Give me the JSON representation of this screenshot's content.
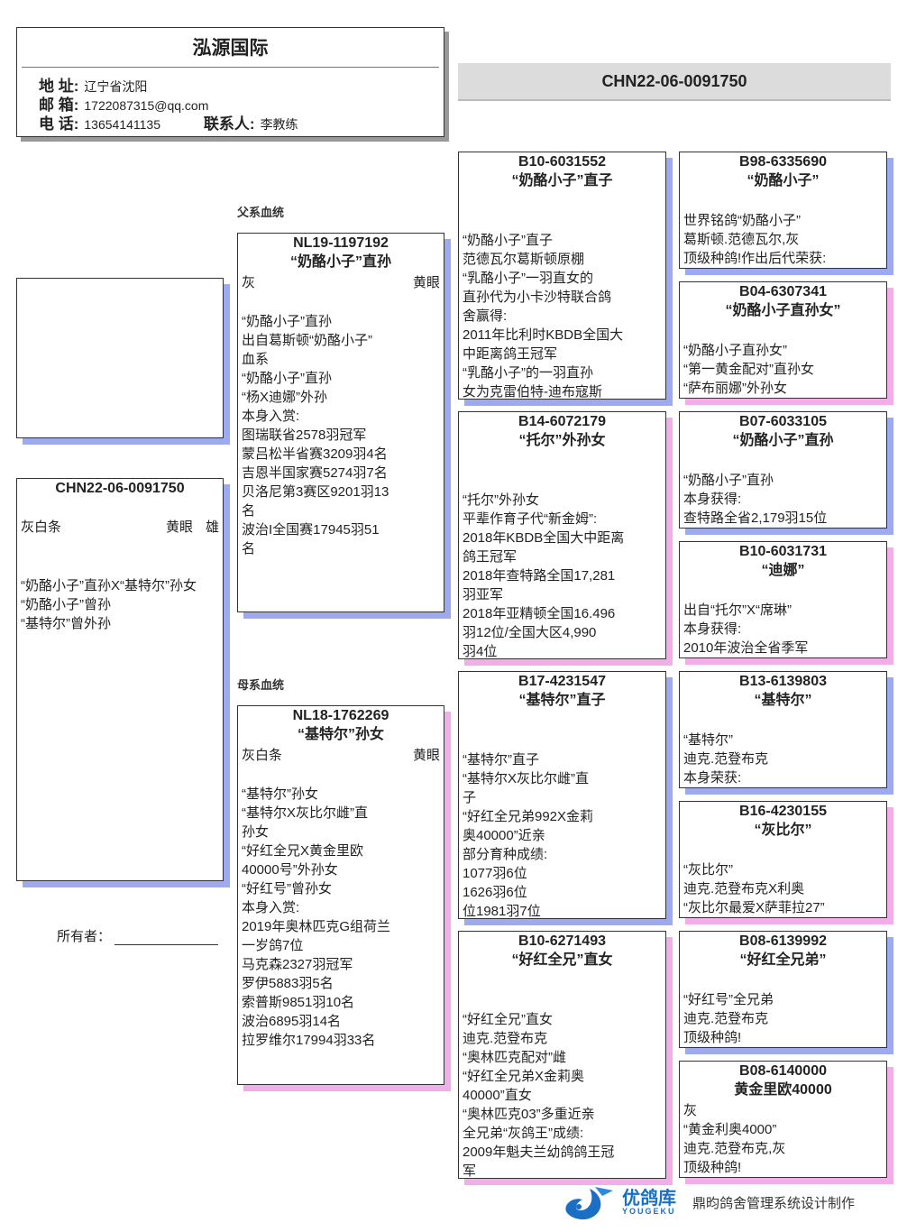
{
  "header": {
    "title": "泓源国际",
    "address_label": "地 址:",
    "address": "辽宁省沈阳",
    "email_label": "邮 箱:",
    "email": "1722087315@qq.com",
    "phone_label": "电 话:",
    "phone": "13654141135",
    "contact_label": "联系人:",
    "contact": "李教练"
  },
  "top_ring": "CHN22-06-0091750",
  "labels": {
    "sire_line": "父系血统",
    "dam_line": "母系血统",
    "owner": "所有者："
  },
  "colors": {
    "male_shadow": "#9eaaf0",
    "female_shadow": "#f2aee8"
  },
  "subject": {
    "ring": "CHN22-06-0091750",
    "color": "灰白条",
    "eye": "黄眼",
    "sex": "雄",
    "lines": [
      "“奶酪小子”直孙X“基特尔”孙女",
      "“奶酪小子”曾孙",
      "“基特尔”曾外孙"
    ]
  },
  "sire": {
    "ring": "NL19-1197192",
    "name": "“奶酪小子”直孙",
    "color": "灰",
    "eye": "黄眼",
    "lines": [
      "“奶酪小子”直孙",
      "出自葛斯顿“奶酪小子”",
      "血系",
      "“奶酪小子”直孙",
      "“杨X迪娜”外孙",
      "本身入赏:",
      "图瑞联省2578羽冠军",
      "蒙吕松半省赛3209羽4名",
      "吉恩半国家赛5274羽7名",
      "贝洛尼第3赛区9201羽13",
      "名",
      "波治I全国赛17945羽51",
      "名"
    ]
  },
  "dam": {
    "ring": "NL18-1762269",
    "name": "“基特尔”孙女",
    "color": "灰白条",
    "eye": "黄眼",
    "lines": [
      "“基特尔”孙女",
      "“基特尔X灰比尔雌”直",
      "孙女",
      "“好红全兄X黄金里欧",
      "40000号”外孙女",
      "“好红号”曾孙女",
      "本身入赏:",
      "2019年奥林匹克G组荷兰",
      "一岁鸽7位",
      "马克森2327羽冠军",
      "罗伊5883羽5名",
      "索普斯9851羽10名",
      "波治6895羽14名",
      "拉罗维尔17994羽33名"
    ]
  },
  "gen3": [
    {
      "ring": "B10-6031552",
      "name": "“奶酪小子”直子",
      "lines": [
        "“奶酪小子”直子",
        "范德瓦尔葛斯顿原棚",
        "“乳酪小子”一羽直女的",
        "直孙代为小卡沙特联合鸽",
        "舍赢得:",
        "2011年比利时KBDB全国大",
        "中距离鸽王冠军",
        "“乳酪小子”的一羽直孙",
        "女为克雷伯特-迪布寇斯"
      ]
    },
    {
      "ring": "B14-6072179",
      "name": "“托尔”外孙女",
      "lines": [
        "“托尔”外孙女",
        "平辈作育子代“新金姆”:",
        "2018年KBDB全国大中距离",
        "鸽王冠军",
        "2018年查特路全国17,281",
        "羽亚军",
        "2018年亚精顿全国16.496",
        "羽12位/全国大区4,990",
        "羽4位"
      ]
    },
    {
      "ring": "B17-4231547",
      "name": "“基特尔”直子",
      "lines": [
        "“基特尔”直子",
        "“基特尔X灰比尔雌”直",
        "子",
        "“好红全兄弟992X金莉",
        "奥40000”近亲",
        "部分育种成绩:",
        "1077羽6位",
        "1626羽6位",
        "位1981羽7位"
      ]
    },
    {
      "ring": "B10-6271493",
      "name": "“好红全兄”直女",
      "lines": [
        "“好红全兄”直女",
        "迪克.范登布克",
        "“奥林匹克配对”雌",
        "“好红全兄弟X金莉奥",
        "40000”直女",
        "“奥林匹克03”多重近亲",
        "全兄弟“灰鸽王”成绩:",
        "2009年魁夫兰幼鸽鸽王冠",
        "军"
      ]
    }
  ],
  "gen4": [
    {
      "ring": "B98-6335690",
      "name": "“奶酪小子”",
      "lines": [
        "世界铭鸽“奶酪小子”",
        "葛斯顿.范德瓦尔,灰",
        "顶级种鸽!作出后代荣获:"
      ]
    },
    {
      "ring": "B04-6307341",
      "name": "“奶酪小子直孙女”",
      "lines": [
        "“奶酪小子直孙女”",
        "“第一黄金配对”直孙女",
        "“萨布丽娜”外孙女"
      ]
    },
    {
      "ring": "B07-6033105",
      "name": "“奶酪小子”直孙",
      "lines": [
        "“奶酪小子”直孙",
        "本身获得:",
        "查特路全省2,179羽15位"
      ]
    },
    {
      "ring": "B10-6031731",
      "name": "“迪娜”",
      "lines": [
        "出自“托尔”X“席琳”",
        "本身获得:",
        "2010年波治全省季军"
      ]
    },
    {
      "ring": "B13-6139803",
      "name": "“基特尔”",
      "lines": [
        "“基特尔”",
        "迪克.范登布克",
        "本身荣获:"
      ]
    },
    {
      "ring": "B16-4230155",
      "name": "“灰比尔”",
      "lines": [
        "“灰比尔”",
        "迪克.范登布克X利奥",
        "“灰比尔最爱X萨菲拉27”"
      ]
    },
    {
      "ring": "B08-6139992",
      "name": "“好红全兄弟”",
      "lines": [
        "“好红号”全兄弟",
        "迪克.范登布克",
        "顶级种鸽!"
      ]
    },
    {
      "ring": "B08-6140000",
      "name": "黄金里欧40000",
      "color": "灰",
      "lines": [
        "“黄金利奥4000”",
        "迪克.范登布克,灰",
        "顶级种鸽!"
      ]
    }
  ],
  "footer": {
    "logo_text": "优鸽库",
    "logo_sub": "YOUGEKU",
    "credit": "鼎昀鸽舍管理系统设计制作"
  }
}
